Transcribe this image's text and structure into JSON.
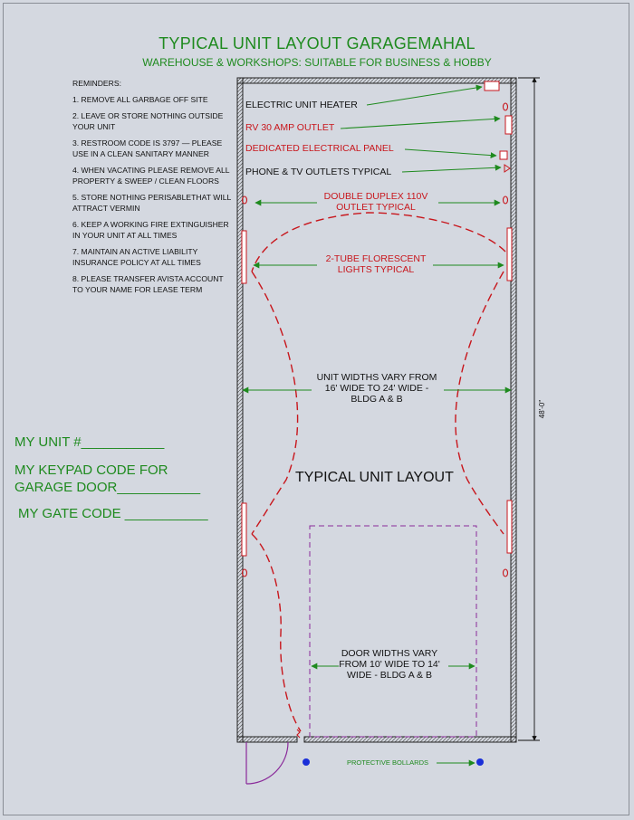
{
  "header": {
    "title": "TYPICAL UNIT LAYOUT GARAGEMAHAL",
    "subtitle": "WAREHOUSE & WORKSHOPS: SUITABLE FOR BUSINESS & HOBBY"
  },
  "reminders": {
    "heading": "REMINDERS:",
    "items": [
      "1. REMOVE ALL GARBAGE OFF SITE",
      "2. LEAVE OR STORE NOTHING OUTSIDE YOUR UNIT",
      "3. RESTROOM CODE IS 3797 — PLEASE USE IN A CLEAN SANITARY MANNER",
      "4. WHEN VACATING PLEASE REMOVE ALL PROPERTY & SWEEP / CLEAN FLOORS",
      "5. STORE NOTHING PERISABLETHAT WILL  ATTRACT VERMIN",
      "6. KEEP A WORKING FIRE EXTINGUISHER IN YOUR UNIT AT ALL TIMES",
      "7. MAINTAIN AN ACTIVE LIABILITY INSURANCE POLICY AT ALL TIMES",
      "8. PLEASE TRANSFER AVISTA ACCOUNT TO YOUR NAME FOR LEASE TERM"
    ]
  },
  "fields": {
    "unit": "MY UNIT #___________",
    "keypad_line1": "MY KEYPAD CODE FOR",
    "keypad_line2": "GARAGE DOOR___________",
    "gate": "MY GATE CODE ___________"
  },
  "labels": {
    "heater": "ELECTRIC UNIT HEATER",
    "rv_outlet": "RV 30 AMP OUTLET",
    "panel": "DEDICATED ELECTRICAL PANEL",
    "phone_tv": "PHONE & TV OUTLETS TYPICAL",
    "duplex_1": "DOUBLE DUPLEX 110V",
    "duplex_2": "OUTLET TYPICAL",
    "lights_1": "2-TUBE FLORESCENT",
    "lights_2": "LIGHTS TYPICAL",
    "width_1": "UNIT WIDTHS VARY FROM",
    "width_2": "16'  WIDE TO 24' WIDE -",
    "width_3": "BLDG A & B",
    "layout": "TYPICAL UNIT LAYOUT",
    "door_1": "DOOR WIDTHS VARY",
    "door_2": "FROM 10'  WIDE TO 14'",
    "door_3": "WIDE - BLDG A & B",
    "bollards": "PROTECTIVE BOLLARDS",
    "dimension": "48'-0\""
  },
  "colors": {
    "title_green": "#1e8a1e",
    "label_red": "#c8161c",
    "swing_purple": "#8a2a9a",
    "bollard_blue": "#1a2fd8"
  }
}
